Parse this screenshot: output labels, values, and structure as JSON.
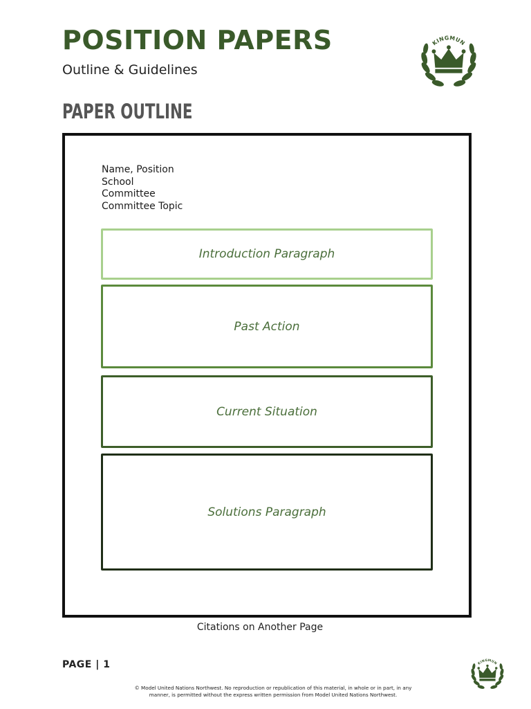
{
  "header": {
    "title": "POSITION PAPERS",
    "subtitle": "Outline & Guidelines",
    "logo_text": "KINGMUN"
  },
  "section": {
    "heading": "PAPER OUTLINE"
  },
  "outline": {
    "header_lines": [
      "Name, Position",
      "School",
      "Committee",
      "Committee Topic"
    ],
    "boxes": [
      {
        "label": "Introduction Paragraph",
        "border_color": "#a8d08d"
      },
      {
        "label": "Past Action",
        "border_color": "#5b8a3c"
      },
      {
        "label": "Current Situation",
        "border_color": "#3d5e29"
      },
      {
        "label": "Solutions Paragraph",
        "border_color": "#1f2e17"
      }
    ]
  },
  "footer": {
    "citations_note": "Citations on Another Page",
    "page_label": "PAGE | 1",
    "copyright": "© Model United Nations Northwest. No reproduction or republication of this material, in whole or in part, in any manner, is permitted without the express written permission from Model United Nations Northwest."
  },
  "colors": {
    "brand_green": "#3a5a2a",
    "box_text_green": "#4a6e3a"
  }
}
